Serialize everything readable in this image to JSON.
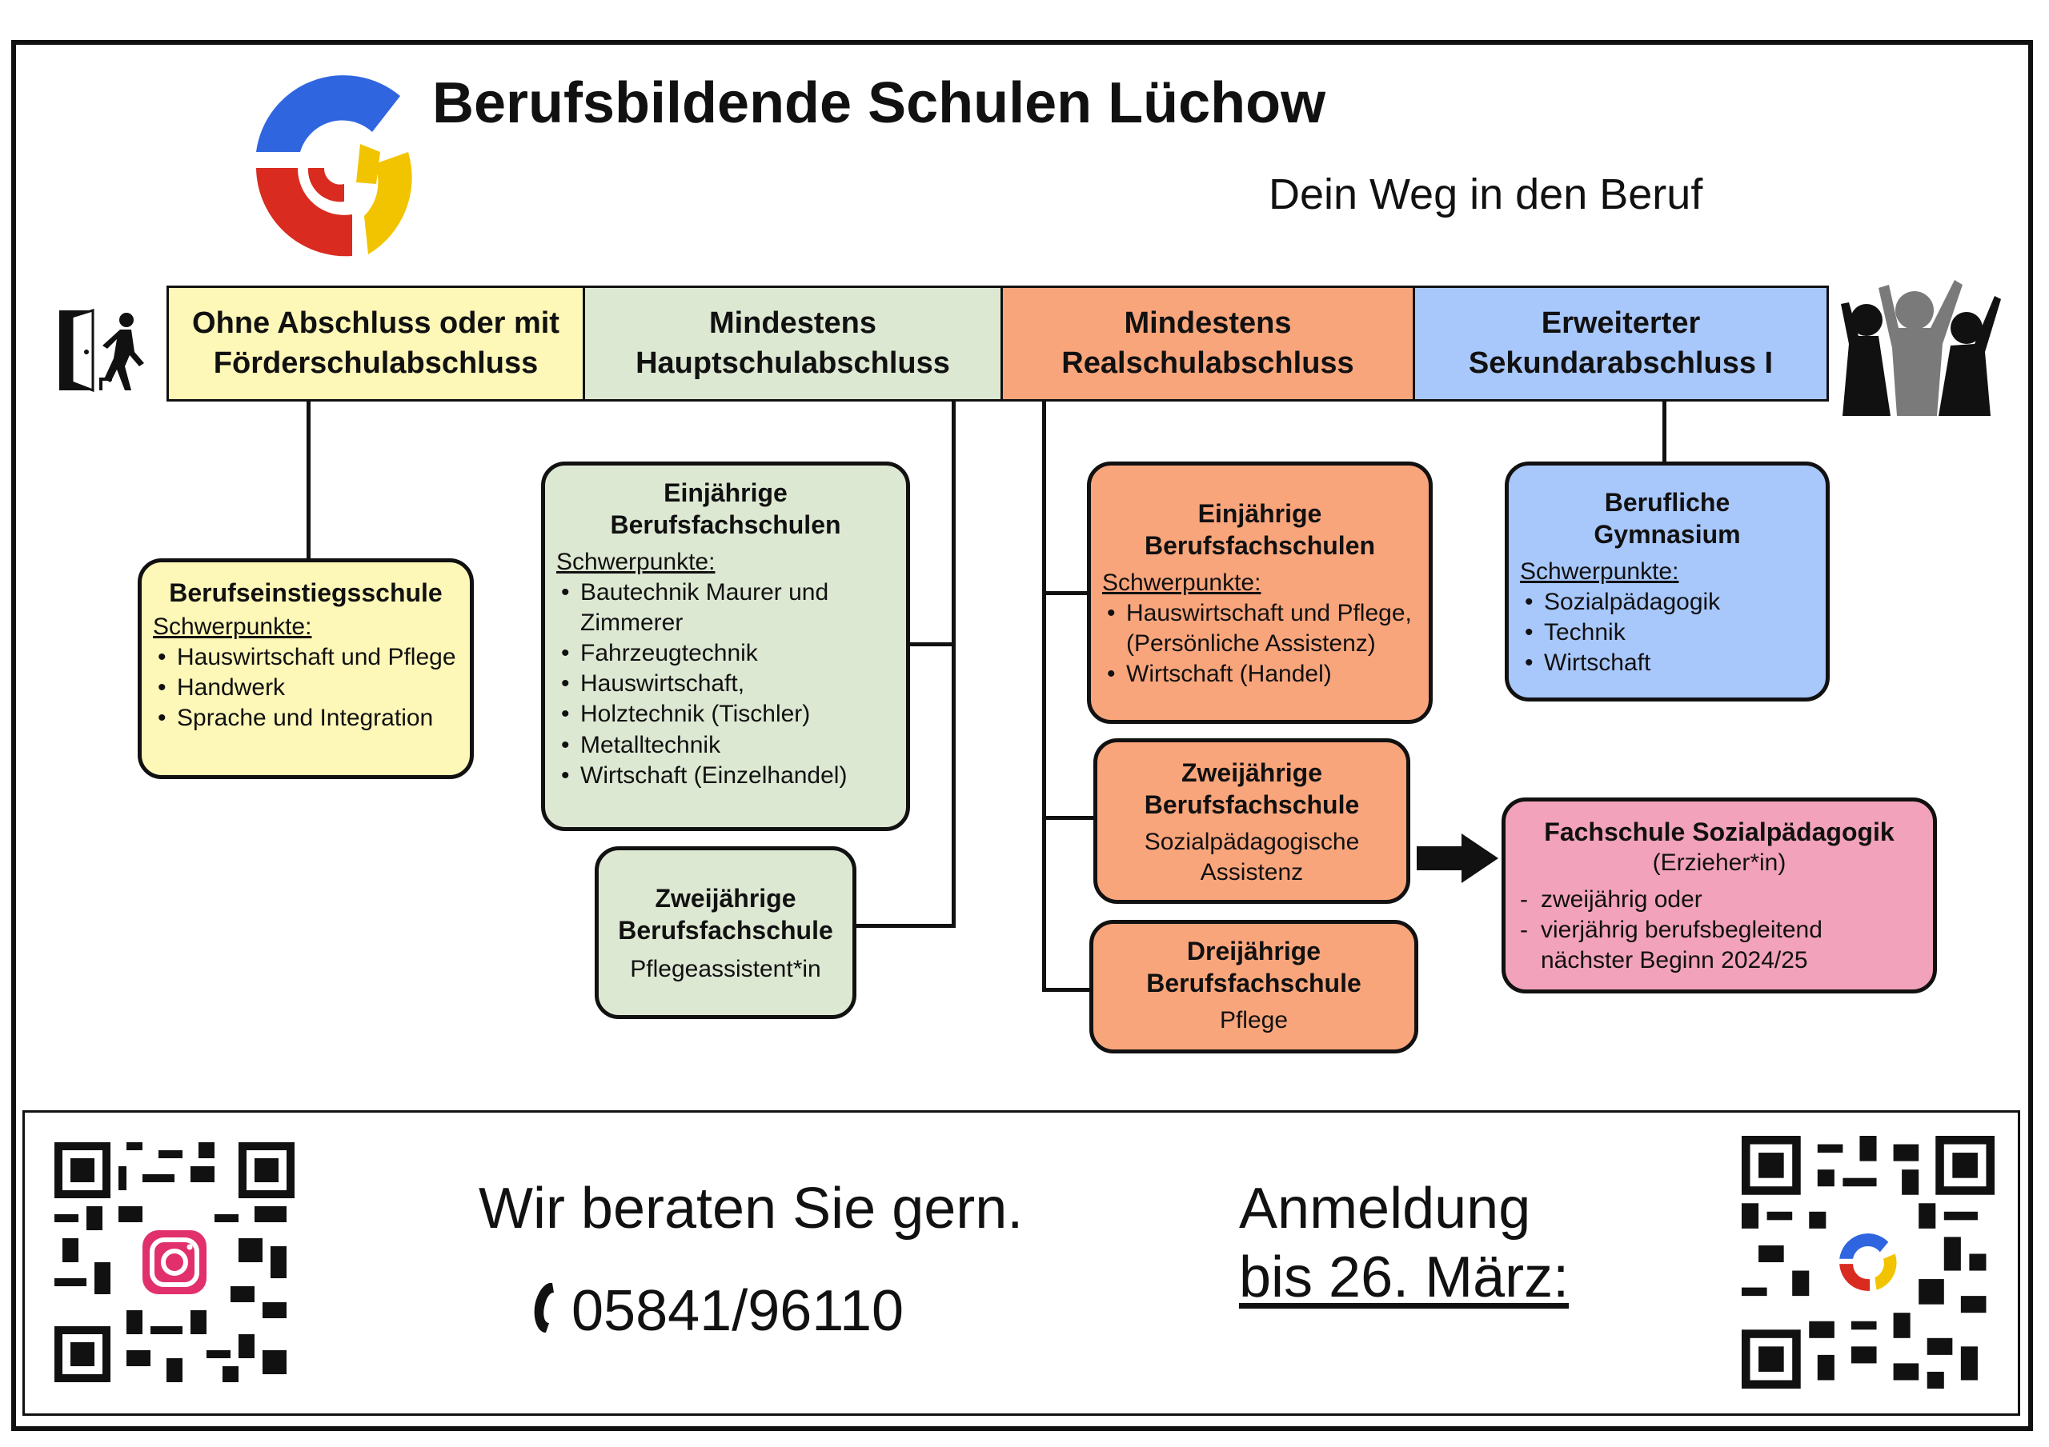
{
  "header": {
    "title": "Berufsbildende Schulen Lüchow",
    "subtitle": "Dein Weg in den Beruf"
  },
  "columns": [
    {
      "label": "Ohne Abschluss oder mit Förderschulabschluss",
      "line1": "Ohne Abschluss oder mit",
      "line2": "Förderschulabschluss",
      "color": "#fdf7b8"
    },
    {
      "label": "Mindestens Hauptschulabschluss",
      "line1": "Mindestens",
      "line2": "Hauptschulabschluss",
      "color": "#dde8d3"
    },
    {
      "label": "Mindestens Realschulabschluss",
      "line1": "Mindestens",
      "line2": "Realschulabschluss",
      "color": "#f9a57c"
    },
    {
      "label": "Erweiterter Sekundarabschluss I",
      "line1": "Erweiterter",
      "line2": "Sekundarabschluss I",
      "color": "#a8c7fb"
    }
  ],
  "boxes": {
    "einstieg": {
      "title": "Berufseinstiegsschule",
      "label": "Schwerpunkte:",
      "items": [
        "Hauswirtschaft und Pflege",
        "Handwerk",
        "Sprache und Integration"
      ]
    },
    "bfs1_haupt": {
      "title1": "Einjährige",
      "title2": "Berufsfachschulen",
      "label": "Schwerpunkte",
      "items": [
        "Bautechnik Maurer und Zimmerer",
        "Fahrzeugtechnik",
        "Hauswirtschaft,",
        "Holztechnik (Tischler)",
        "Metalltechnik",
        "Wirtschaft (Einzelhandel)"
      ]
    },
    "bfs2_haupt": {
      "title1": "Zweijährige",
      "title2": "Berufsfachschule",
      "subtitle": "Pflegeassistent*in"
    },
    "bfs1_real": {
      "title1": "Einjährige",
      "title2": "Berufsfachschulen",
      "label": "Schwerpunkte",
      "items": [
        "Hauswirtschaft und Pflege, (Persönliche Assistenz)",
        "Wirtschaft (Handel)"
      ]
    },
    "bfs2_real": {
      "title1": "Zweijährige",
      "title2": "Berufsfachschule",
      "sub1": "Sozialpädagogische",
      "sub2": "Assistenz"
    },
    "bfs3_real": {
      "title1": "Dreijährige",
      "title2": "Berufsfachschule",
      "subtitle": "Pflege"
    },
    "gymnasium": {
      "title1": "Berufliche",
      "title2": "Gymnasium",
      "label": "Schwerpunkte",
      "items": [
        "Sozialpädagogik",
        "Technik",
        "Wirtschaft"
      ]
    },
    "fachschule": {
      "title": "Fachschule Sozialpädagogik",
      "subtitle": "(Erzieher*in)",
      "item1": "zweijährig oder",
      "item2": "vierjährig berufsbegleitend",
      "item3": "nächster Beginn 2024/25"
    }
  },
  "footer": {
    "advice": "Wir beraten Sie gern.",
    "phone": "05841/96110",
    "register1": "Anmeldung",
    "register2": "bis 26. März:"
  },
  "icons": [
    "logo",
    "exit-door-icon",
    "celebrating-people-icon",
    "instagram-qr-code",
    "phone-icon",
    "registration-qr-code",
    "arrow-right-icon"
  ]
}
